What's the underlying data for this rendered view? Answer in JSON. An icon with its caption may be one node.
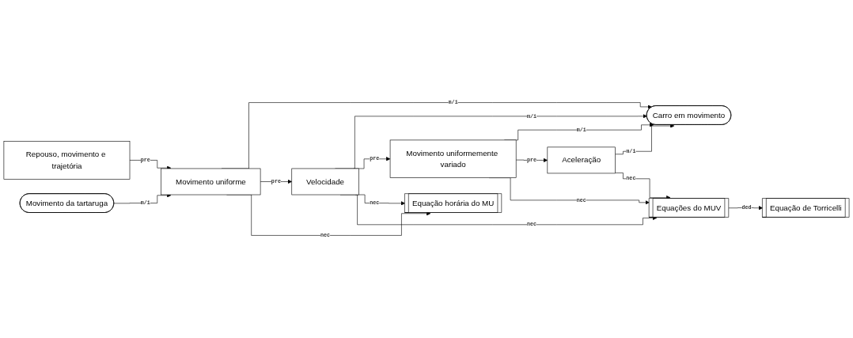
{
  "diagram": {
    "nodes": [
      {
        "text": [
          "Carro em movimento"
        ]
      },
      {
        "text": [
          "Repouso, movimento e trajetória"
        ]
      },
      {
        "text": [
          "Movimento uniforme"
        ]
      },
      {
        "text": [
          "Velocidade"
        ]
      },
      {
        "text": [
          "Movimento uniformemente variado"
        ]
      },
      {
        "text": [
          "Aceleração"
        ]
      },
      {
        "text": [
          "Movimento da tartaruga"
        ]
      },
      {
        "text": [
          "Equação horária do MU"
        ]
      },
      {
        "text": [
          "Equações do MUV"
        ]
      },
      {
        "text": [
          "Equação de Torricelli"
        ]
      }
    ],
    "edges": [
      {
        "from": 2,
        "to": 0,
        "arrow": "to",
        "label": "m/i"
      },
      {
        "from": 3,
        "to": 0,
        "arrow": "to",
        "label": "m/i"
      },
      {
        "from": 4,
        "to": 0,
        "arrow": "to",
        "label": "m/i"
      },
      {
        "from": 5,
        "to": 0,
        "arrow": "to",
        "label": "m/i"
      },
      {
        "from": 1,
        "to": 2,
        "arrow": "to",
        "label": "pre"
      },
      {
        "from": 2,
        "to": 3,
        "arrow": "to",
        "label": "pre"
      },
      {
        "from": 3,
        "to": 4,
        "arrow": "to",
        "label": "pre"
      },
      {
        "from": 4,
        "to": 5,
        "arrow": "to",
        "label": "pre"
      },
      {
        "from": 6,
        "to": 2,
        "arrow": "to",
        "label": "m/i"
      },
      {
        "from": 2,
        "to": 7,
        "arrow": "to",
        "label": "nec"
      },
      {
        "from": 3,
        "to": 7,
        "arrow": "to",
        "label": "nec"
      },
      {
        "from": 3,
        "to": 8,
        "arrow": "to",
        "label": "nec"
      },
      {
        "from": 4,
        "to": 8,
        "arrow": "to",
        "label": "nec"
      },
      {
        "from": 5,
        "to": 8,
        "arrow": "to",
        "label": "nec"
      },
      {
        "from": 8,
        "to": 9,
        "arrow": "to",
        "label": "ded"
      }
    ]
  }
}
